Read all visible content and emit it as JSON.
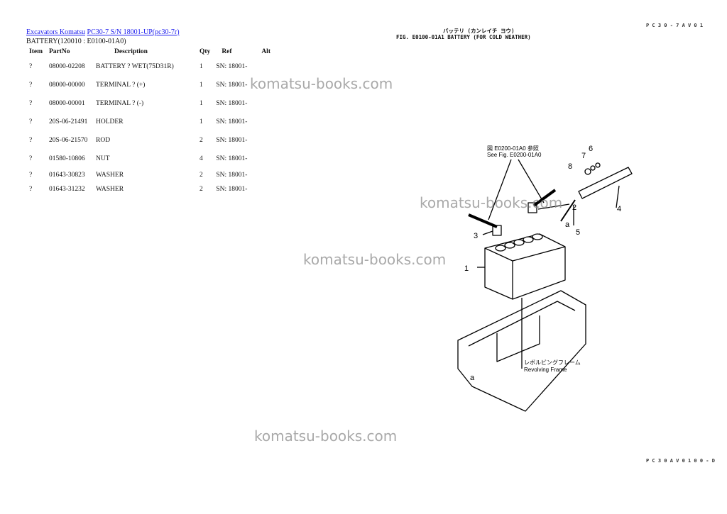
{
  "breadcrumb": {
    "link1": "Excavators Komatsu",
    "link2": "PC30-7 S/N 18001-UP(pc30-7r)"
  },
  "subtitle": "BATTERY(120010 : E0100-01A0)",
  "table": {
    "headers": [
      "Item",
      "PartNo",
      "Description",
      "Qty",
      "Ref",
      "Alt"
    ],
    "rows": [
      {
        "item": "?",
        "part": "08000-02208",
        "desc": "BATTERY ? WET(75D31R)",
        "qty": "1",
        "ref": "SN: 18001-",
        "alt": ""
      },
      {
        "item": "?",
        "part": "08000-00000",
        "desc": "TERMINAL ? (+)",
        "qty": "1",
        "ref": "SN: 18001-",
        "alt": ""
      },
      {
        "item": "?",
        "part": "08000-00001",
        "desc": "TERMINAL ? (-)",
        "qty": "1",
        "ref": "SN: 18001-",
        "alt": ""
      },
      {
        "item": "?",
        "part": "20S-06-21491",
        "desc": "HOLDER",
        "qty": "1",
        "ref": "SN: 18001-",
        "alt": ""
      },
      {
        "item": "?",
        "part": "20S-06-21570",
        "desc": "ROD",
        "qty": "2",
        "ref": "SN: 18001-",
        "alt": ""
      },
      {
        "item": "?",
        "part": "01580-10806",
        "desc": "NUT",
        "qty": "4",
        "ref": "SN: 18001-",
        "alt": ""
      },
      {
        "item": "?",
        "part": "01643-30823",
        "desc": "WASHER",
        "qty": "2",
        "ref": "SN: 18001-",
        "alt": ""
      },
      {
        "item": "?",
        "part": "01643-31232",
        "desc": "WASHER",
        "qty": "2",
        "ref": "SN: 18001-",
        "alt": ""
      }
    ]
  },
  "watermark": "komatsu-books.com",
  "figure": {
    "title_jp": "バッテリ (カンレイチ ヨウ)",
    "title": "FIG. E0100-01A1   BATTERY (FOR COLD WEATHER)",
    "see_fig_jp": "図 E0200-01A0 参照",
    "see_fig": "See Fig. E0200-01A0",
    "frame_jp": "レボルビングフレーム",
    "frame": "Revolving Frame",
    "callouts": [
      "1",
      "2",
      "3",
      "4",
      "5",
      "6",
      "7",
      "8",
      "a",
      "a"
    ],
    "corner_top": "P C 3 0 - 7 A V 0 1",
    "corner_bottom": "P C 3 0 A V 0 1 0 0 - D"
  }
}
